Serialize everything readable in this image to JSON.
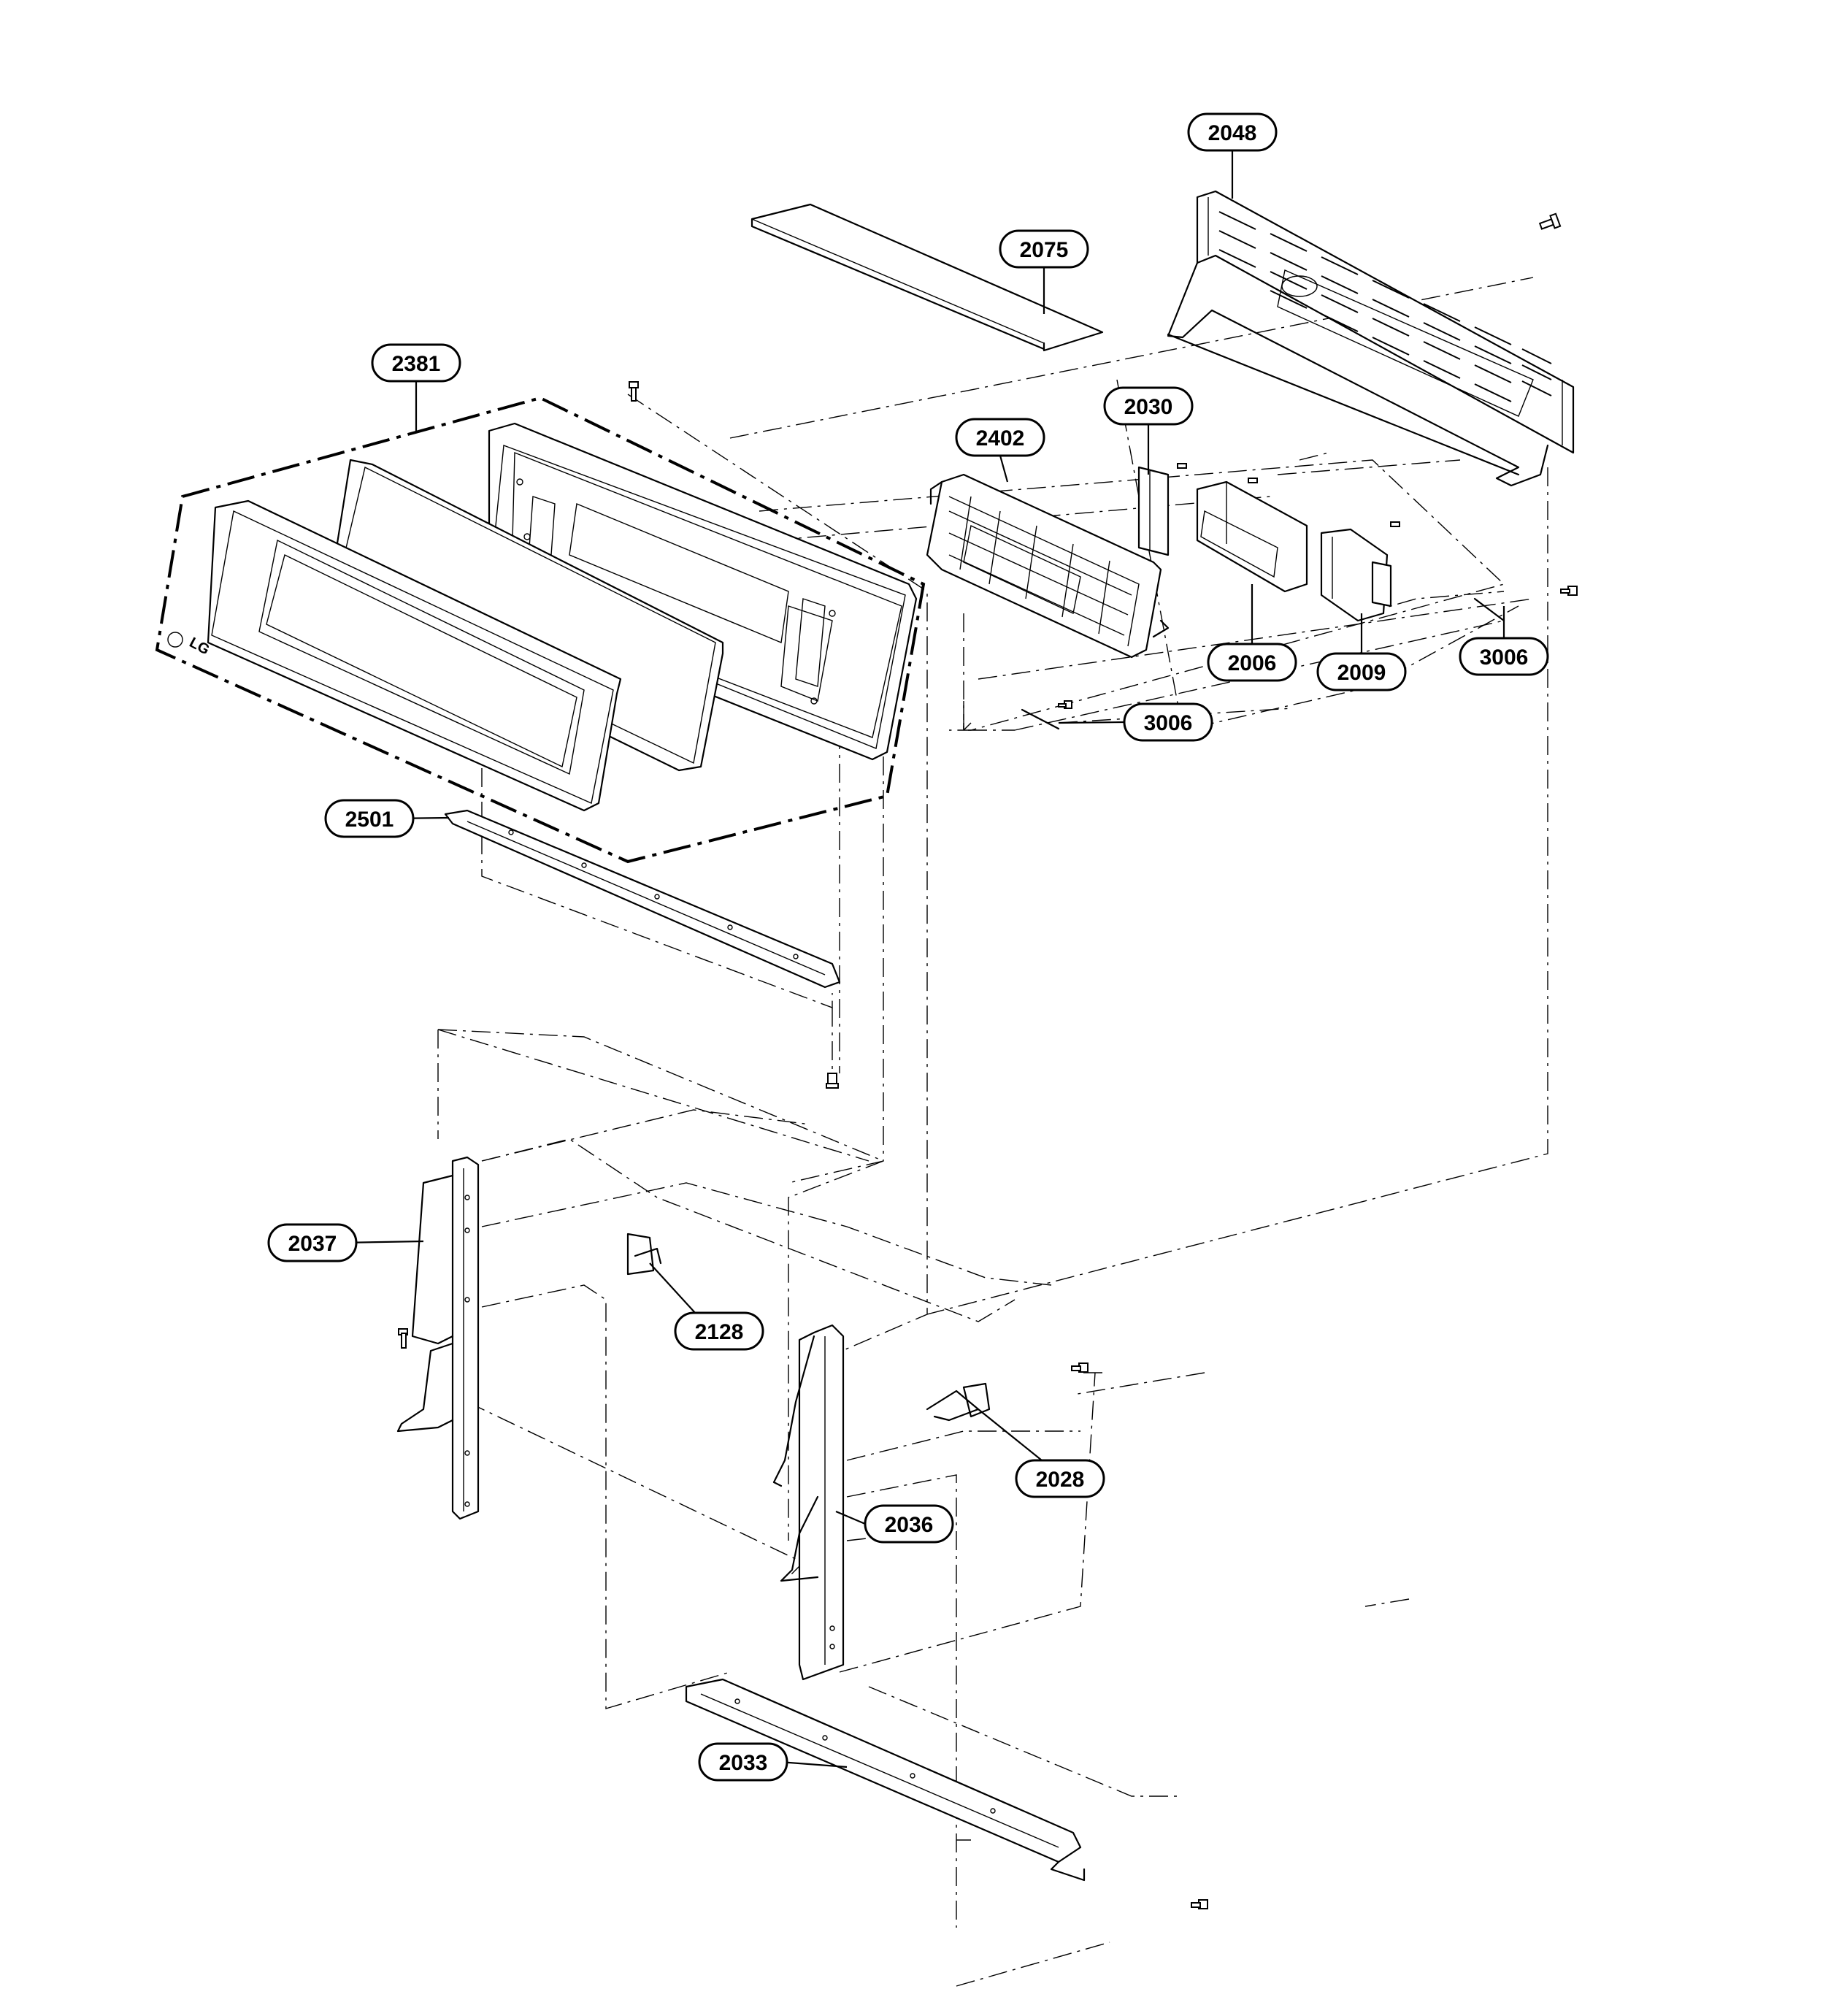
{
  "diagram": {
    "brand_logo": "LG",
    "callouts": [
      {
        "id": "2048",
        "label": "2048"
      },
      {
        "id": "2075",
        "label": "2075"
      },
      {
        "id": "2381",
        "label": "2381"
      },
      {
        "id": "2030",
        "label": "2030"
      },
      {
        "id": "2402",
        "label": "2402"
      },
      {
        "id": "2006",
        "label": "2006"
      },
      {
        "id": "2009",
        "label": "2009"
      },
      {
        "id": "3006a",
        "label": "3006"
      },
      {
        "id": "3006b",
        "label": "3006"
      },
      {
        "id": "2501",
        "label": "2501"
      },
      {
        "id": "2037",
        "label": "2037"
      },
      {
        "id": "2128",
        "label": "2128"
      },
      {
        "id": "2028",
        "label": "2028"
      },
      {
        "id": "2036",
        "label": "2036"
      },
      {
        "id": "2033",
        "label": "2033"
      }
    ]
  }
}
